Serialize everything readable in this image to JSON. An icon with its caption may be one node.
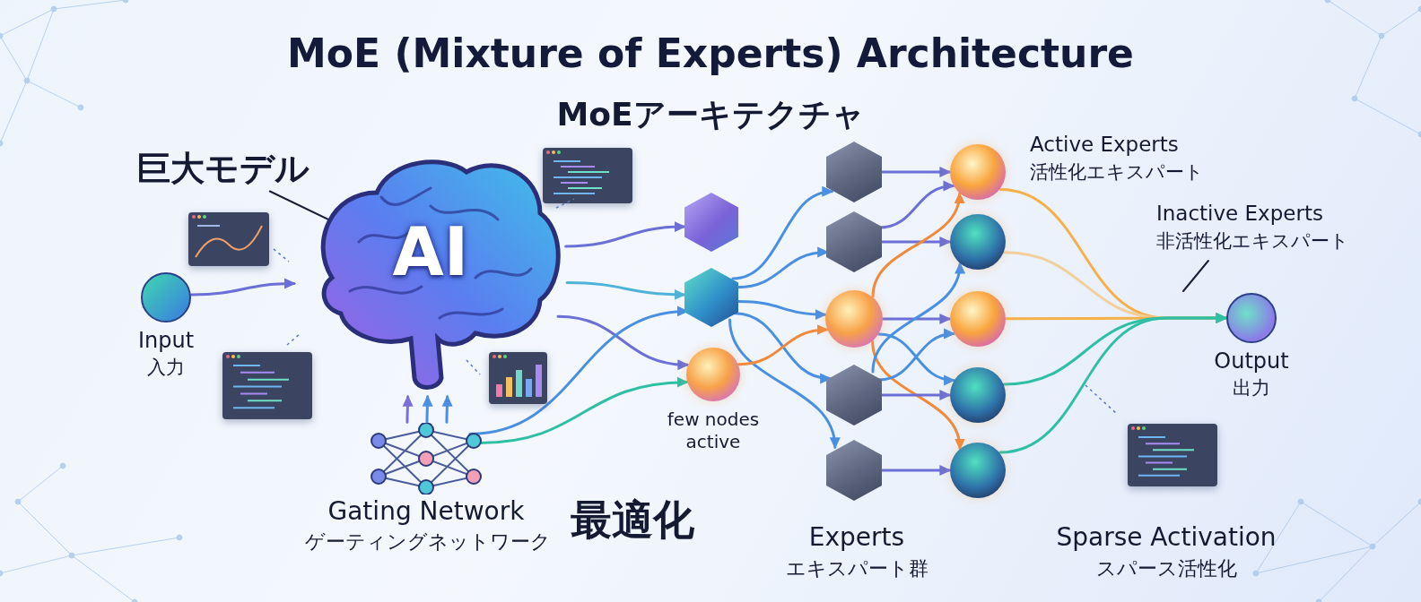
{
  "diagram": {
    "title": "MoE (Mixture of Experts) Architecture",
    "nodes": [
      {
        "text": [
          "Input",
          "入力"
        ]
      },
      {
        "text": [
          "AI"
        ]
      },
      {
        "text": [
          "Gating Network",
          "ゲーティングネットワーク"
        ]
      },
      {
        "text": [],
        "shape": "cube"
      },
      {
        "text": [],
        "shape": "cube"
      },
      {
        "text": [],
        "shape": "circle",
        "beside": [
          "few nodes active"
        ]
      },
      {
        "text": [],
        "shape": "cube"
      },
      {
        "text": [],
        "shape": "cube"
      },
      {
        "text": [],
        "shape": "circle"
      },
      {
        "text": [],
        "shape": "cube"
      },
      {
        "text": [],
        "shape": "cube"
      },
      {
        "text": [],
        "shape": "circle"
      },
      {
        "text": [],
        "shape": "circle"
      },
      {
        "text": [],
        "shape": "circle"
      },
      {
        "text": [],
        "shape": "circle"
      },
      {
        "text": [],
        "shape": "circle"
      },
      {
        "text": [
          "Output",
          "出力"
        ]
      },
      {
        "text": [
          "巨大モデル"
        ]
      },
      {
        "text": [
          "Inactive Experts",
          "非活性化エキスパート"
        ]
      }
    ],
    "edges": [
      {
        "from": 0,
        "to": 1,
        "arrow": "to"
      },
      {
        "from": 17,
        "to": 1,
        "arrow": "none",
        "color": "#1a1f36"
      },
      {
        "from": 2,
        "to": 1,
        "arrow": "to",
        "color": "#7a6fd8"
      },
      {
        "from": 2,
        "to": 1,
        "arrow": "to",
        "color": "#4a90e2"
      },
      {
        "from": 2,
        "to": 1,
        "arrow": "to",
        "color": "#4a90e2"
      },
      {
        "from": 1,
        "to": 3,
        "arrow": "to"
      },
      {
        "from": 1,
        "to": 4,
        "arrow": "to",
        "color": "#4fb3d9"
      },
      {
        "from": 1,
        "to": 5,
        "arrow": "to"
      },
      {
        "from": 2,
        "to": 4,
        "arrow": "to",
        "color": "#4a90e2"
      },
      {
        "from": 2,
        "to": 5,
        "arrow": "to",
        "color": "#2fbfa5"
      },
      {
        "from": 4,
        "to": 6,
        "arrow": "to",
        "color": "#4a90e2"
      },
      {
        "from": 4,
        "to": 7,
        "arrow": "to",
        "color": "#4a90e2"
      },
      {
        "from": 4,
        "to": 8,
        "arrow": "to",
        "color": "#4a90e2"
      },
      {
        "from": 4,
        "to": 9,
        "arrow": "to",
        "color": "#4a90e2"
      },
      {
        "from": 4,
        "to": 10,
        "arrow": "to",
        "color": "#4a90e2"
      },
      {
        "from": 5,
        "to": 8,
        "arrow": "to",
        "color": "#f28a3c"
      },
      {
        "from": 6,
        "to": 11,
        "arrow": "to"
      },
      {
        "from": 7,
        "to": 11,
        "arrow": "to"
      },
      {
        "from": 7,
        "to": 12,
        "arrow": "to"
      },
      {
        "from": 8,
        "to": 11,
        "arrow": "to",
        "color": "#f28a3c"
      },
      {
        "from": 8,
        "to": 13,
        "arrow": "to"
      },
      {
        "from": 8,
        "to": 14,
        "arrow": "to",
        "color": "#4a90e2"
      },
      {
        "from": 8,
        "to": 15,
        "arrow": "to",
        "color": "#f28a3c"
      },
      {
        "from": 9,
        "to": 12,
        "arrow": "to",
        "color": "#4a90e2"
      },
      {
        "from": 9,
        "to": 13,
        "arrow": "to",
        "color": "#4a90e2"
      },
      {
        "from": 9,
        "to": 14,
        "arrow": "to"
      },
      {
        "from": 10,
        "to": 15,
        "arrow": "to"
      },
      {
        "from": 11,
        "to": 16,
        "arrow": "to",
        "color": "#f5b04a"
      },
      {
        "from": 12,
        "to": 16,
        "arrow": "to",
        "color": "#f3cf9c"
      },
      {
        "from": 13,
        "to": 16,
        "arrow": "to",
        "color": "#f5b04a"
      },
      {
        "from": 14,
        "to": 16,
        "arrow": "to",
        "color": "#2fbfa5"
      },
      {
        "from": 15,
        "to": 16,
        "arrow": "to",
        "color": "#2fbfa5"
      },
      {
        "from": 18,
        "to": null,
        "arrow": "none",
        "color": "#1a1f36"
      }
    ],
    "labels": [
      "MoEアーキテクチャ",
      "Active Experts",
      "活性化エキスパート",
      "最適化",
      "Experts",
      "エキスパート群",
      "Sparse Activation",
      "スパース活性化"
    ]
  }
}
